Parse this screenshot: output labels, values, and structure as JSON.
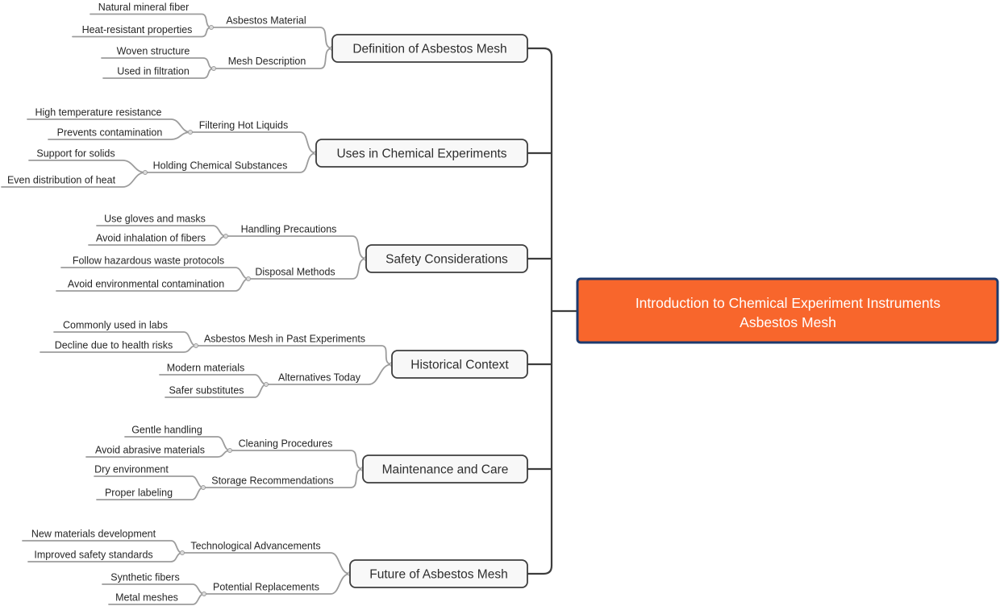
{
  "root": {
    "line1": "Introduction to Chemical Experiment Instruments",
    "line2": "Asbestos Mesh"
  },
  "branches": [
    {
      "label": "Definition of Asbestos Mesh",
      "subs": [
        {
          "label": "Asbestos Material",
          "leaves": [
            "Natural mineral fiber",
            "Heat-resistant properties"
          ]
        },
        {
          "label": "Mesh Description",
          "leaves": [
            "Woven structure",
            "Used in filtration"
          ]
        }
      ]
    },
    {
      "label": "Uses in Chemical Experiments",
      "subs": [
        {
          "label": "Filtering Hot Liquids",
          "leaves": [
            "High temperature resistance",
            "Prevents contamination"
          ]
        },
        {
          "label": "Holding Chemical Substances",
          "leaves": [
            "Support for solids",
            "Even distribution of heat"
          ]
        }
      ]
    },
    {
      "label": "Safety Considerations",
      "subs": [
        {
          "label": "Handling Precautions",
          "leaves": [
            "Use gloves and masks",
            "Avoid inhalation of fibers"
          ]
        },
        {
          "label": "Disposal Methods",
          "leaves": [
            "Follow hazardous waste protocols",
            "Avoid environmental contamination"
          ]
        }
      ]
    },
    {
      "label": "Historical Context",
      "subs": [
        {
          "label": "Asbestos Mesh in Past Experiments",
          "leaves": [
            "Commonly used in labs",
            "Decline due to health risks"
          ]
        },
        {
          "label": "Alternatives Today",
          "leaves": [
            "Modern materials",
            "Safer substitutes"
          ]
        }
      ]
    },
    {
      "label": "Maintenance and Care",
      "subs": [
        {
          "label": "Cleaning Procedures",
          "leaves": [
            "Gentle handling",
            "Avoid abrasive materials"
          ]
        },
        {
          "label": "Storage Recommendations",
          "leaves": [
            "Dry environment",
            "Proper labeling"
          ]
        }
      ]
    },
    {
      "label": "Future of Asbestos Mesh",
      "subs": [
        {
          "label": "Technological Advancements",
          "leaves": [
            "New materials development",
            "Improved safety standards"
          ]
        },
        {
          "label": "Potential Replacements",
          "leaves": [
            "Synthetic fibers",
            "Metal meshes"
          ]
        }
      ]
    }
  ],
  "colors": {
    "root_fill": "#f8662c",
    "root_border": "#1d3a6e",
    "node_fill": "#f8f8f8",
    "node_border": "#3d3d3d",
    "link_gray": "#9c9c9c",
    "link_dark": "#3d3d3d",
    "text": "#262626"
  }
}
